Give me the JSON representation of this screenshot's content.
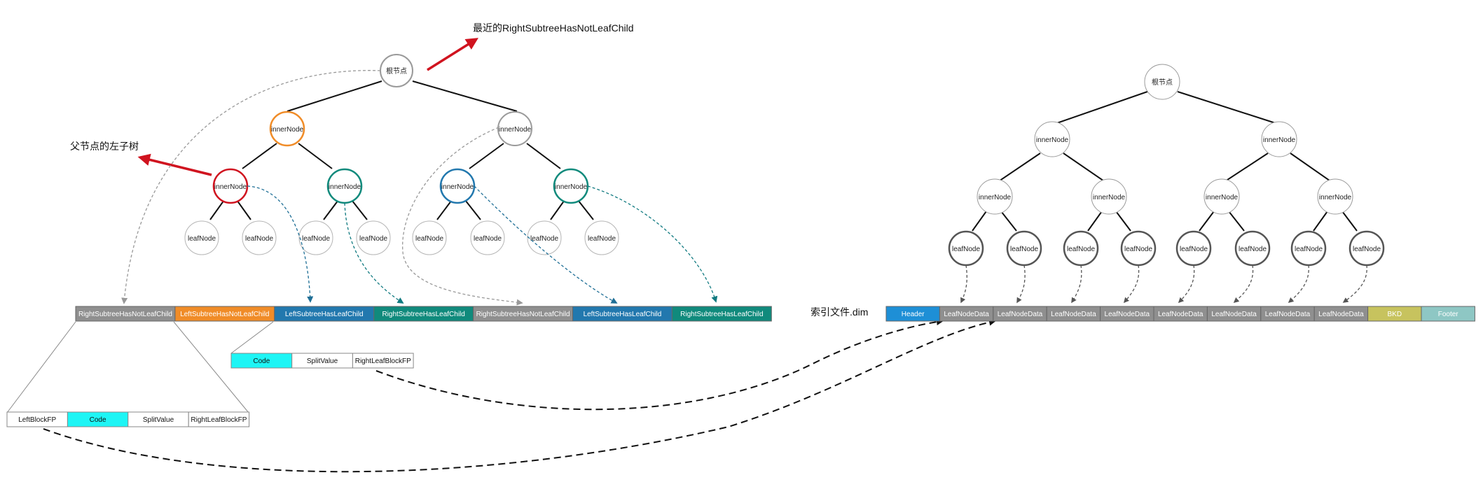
{
  "annotations": {
    "recent": "最近的RightSubtreeHasNotLeafChild",
    "parent_left": "父节点的左子树",
    "index_file": "索引文件.dim"
  },
  "left_tree": {
    "root": "根节点",
    "inner": "innerNode",
    "leaf": "leafNode"
  },
  "right_tree": {
    "root": "根节点",
    "inner": "innerNode",
    "leaf": "leafNode"
  },
  "main_bar": [
    {
      "label": "RightSubtreeHasNotLeafChild",
      "bg": "#8f8f8f",
      "fg": "#ffffff"
    },
    {
      "label": "LeftSubtreeHasNotLeafChild",
      "bg": "#f08c28",
      "fg": "#ffffff"
    },
    {
      "label": "LeftSubtreeHasLeafChild",
      "bg": "#2278ae",
      "fg": "#ffffff"
    },
    {
      "label": "RightSubtreeHasLeafChild",
      "bg": "#108a7c",
      "fg": "#ffffff"
    },
    {
      "label": "RightSubtreeHasNotLeafChild",
      "bg": "#8f8f8f",
      "fg": "#ffffff"
    },
    {
      "label": "LeftSubtreeHasLeafChild",
      "bg": "#2278ae",
      "fg": "#ffffff"
    },
    {
      "label": "RightSubtreeHasLeafChild",
      "bg": "#108a7c",
      "fg": "#ffffff"
    }
  ],
  "mid_bar": [
    {
      "label": "Code",
      "bg": "#1ef5f5",
      "fg": "#111111"
    },
    {
      "label": "SplitValue",
      "bg": "#ffffff",
      "fg": "#111111"
    },
    {
      "label": "RightLeafBlockFP",
      "bg": "#ffffff",
      "fg": "#111111"
    }
  ],
  "bottom_bar": [
    {
      "label": "LeftBlockFP",
      "bg": "#ffffff",
      "fg": "#111111"
    },
    {
      "label": "Code",
      "bg": "#1ef5f5",
      "fg": "#111111"
    },
    {
      "label": "SplitValue",
      "bg": "#ffffff",
      "fg": "#111111"
    },
    {
      "label": "RightLeafBlockFP",
      "bg": "#ffffff",
      "fg": "#111111"
    }
  ],
  "file_bar": [
    {
      "label": "Header",
      "bg": "#1e8fd6",
      "fg": "#ffffff"
    },
    {
      "label": "LeafNodeData",
      "bg": "#8f8f8f",
      "fg": "#ffffff"
    },
    {
      "label": "LeafNodeData",
      "bg": "#8f8f8f",
      "fg": "#ffffff"
    },
    {
      "label": "LeafNodeData",
      "bg": "#8f8f8f",
      "fg": "#ffffff"
    },
    {
      "label": "LeafNodeData",
      "bg": "#8f8f8f",
      "fg": "#ffffff"
    },
    {
      "label": "LeafNodeData",
      "bg": "#8f8f8f",
      "fg": "#ffffff"
    },
    {
      "label": "LeafNodeData",
      "bg": "#8f8f8f",
      "fg": "#ffffff"
    },
    {
      "label": "LeafNodeData",
      "bg": "#8f8f8f",
      "fg": "#ffffff"
    },
    {
      "label": "LeafNodeData",
      "bg": "#8f8f8f",
      "fg": "#ffffff"
    },
    {
      "label": "BKD",
      "bg": "#c7c35e",
      "fg": "#ffffff"
    },
    {
      "label": "Footer",
      "bg": "#8ec7c4",
      "fg": "#ffffff"
    }
  ],
  "colors": {
    "arrow_red": "#d0131f",
    "orange": "#f08c28",
    "red": "#d0131f",
    "teal": "#108a7c",
    "blue": "#2278ae",
    "gray": "#8f8f8f"
  }
}
